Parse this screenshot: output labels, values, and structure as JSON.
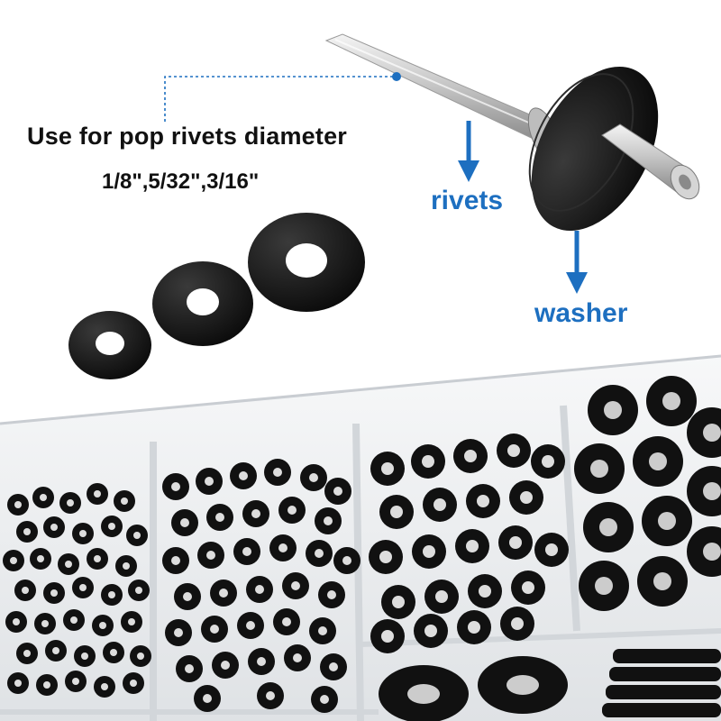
{
  "headline": "Use for pop rivets diameter",
  "sizes": "1/8\",5/32\",3/16\"",
  "callouts": {
    "rivets": "rivets",
    "washer": "washer"
  },
  "colors": {
    "accent": "#1d6fc0",
    "washer": "#121212",
    "tray": "#eef0f2"
  }
}
